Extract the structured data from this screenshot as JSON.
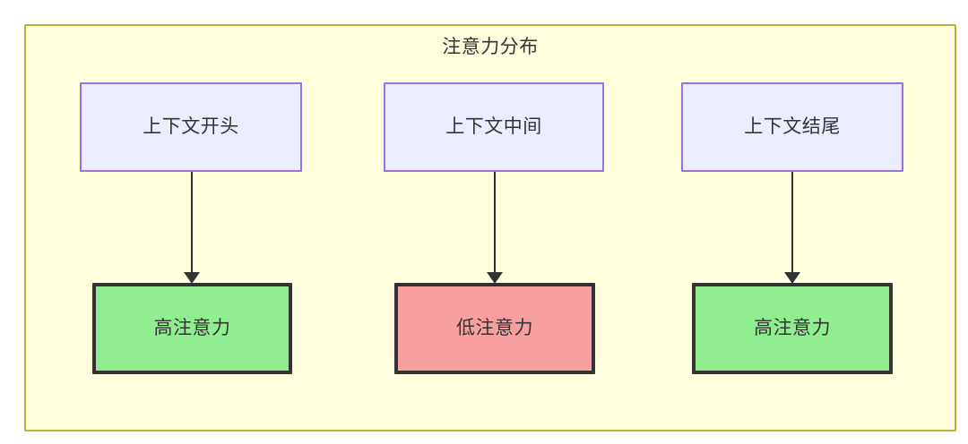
{
  "diagram": {
    "title": "注意力分布",
    "columns": [
      {
        "source": {
          "label": "上下文开头"
        },
        "target": {
          "label": "高注意力",
          "level": "high"
        }
      },
      {
        "source": {
          "label": "上下文中间"
        },
        "target": {
          "label": "低注意力",
          "level": "low"
        }
      },
      {
        "source": {
          "label": "上下文结尾"
        },
        "target": {
          "label": "高注意力",
          "level": "high"
        }
      }
    ],
    "colors": {
      "container_fill": "#ffffdd",
      "container_border": "#bdb434",
      "context_fill": "#ececff",
      "context_border": "#9773dd",
      "high_fill": "#90ee90",
      "low_fill": "#f8a0a0",
      "node_border": "#333333",
      "text": "#333333",
      "edge": "#333333"
    }
  }
}
